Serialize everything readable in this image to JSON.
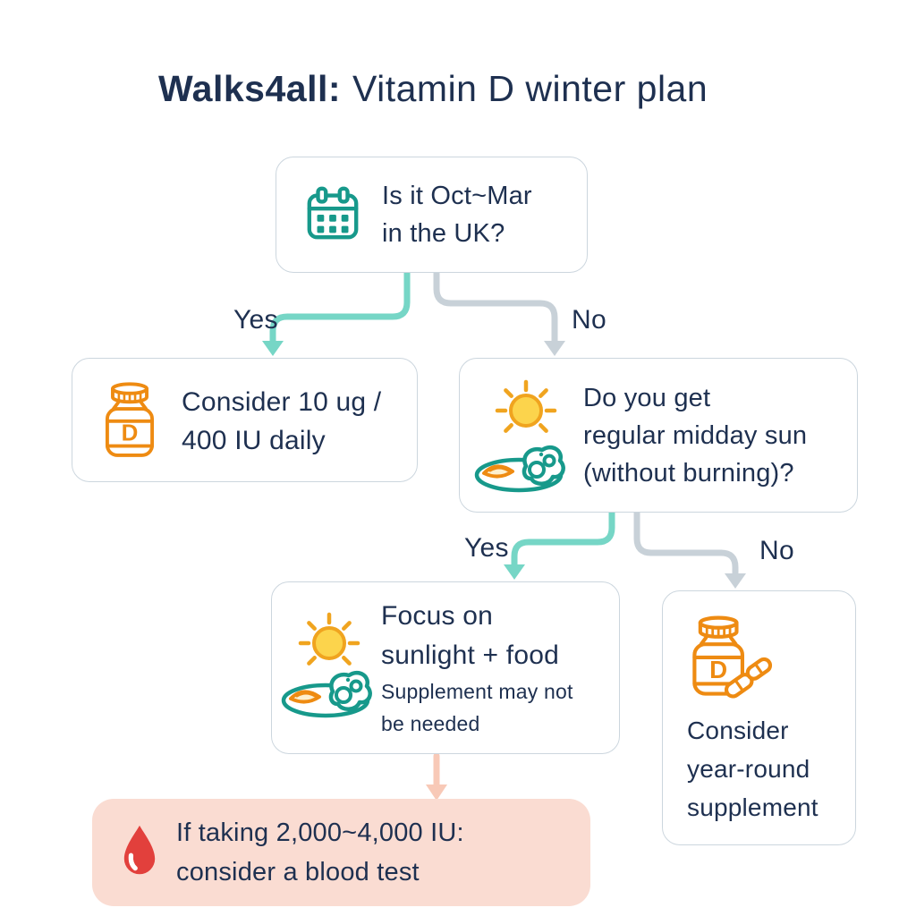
{
  "title": {
    "brand": "Walks4all:",
    "rest": "Vitamin D winter plan"
  },
  "labels": {
    "yes1": "Yes",
    "no1": "No",
    "yes2": "Yes",
    "no2": "No"
  },
  "nodes": {
    "start": {
      "icon": "calendar-icon",
      "line1": "Is it Oct~Mar",
      "line2": "in the UK?"
    },
    "daily_dose": {
      "icon": "vitamin-d-bottle-icon",
      "line1": "Consider 10 ug /",
      "line2": "400 IU daily"
    },
    "sun_question": {
      "icons": [
        "sun-icon",
        "food-plate-icon"
      ],
      "line1": "Do you get",
      "line2": "regular midday sun",
      "line3": "(without burning)?"
    },
    "focus": {
      "icons": [
        "sun-icon",
        "food-plate-icon"
      ],
      "line1": "Focus on",
      "line2": "sunlight + food",
      "sub1": "Supplement may not",
      "sub2": "be needed"
    },
    "year_round": {
      "icon": "vitamin-d-bottle-capsules-icon",
      "line1": "Consider",
      "line2": "year-round",
      "line3": "supplement"
    },
    "blood_test": {
      "icon": "blood-drop-icon",
      "line1": "If taking 2,000~4,000 IU:",
      "line2": "consider a blood test"
    }
  },
  "colors": {
    "navy": "#1e3050",
    "box_border": "#ccd6de",
    "teal": "#17998b",
    "teal_arrow": "#76d6c6",
    "gray_arrow": "#c8d1d8",
    "orange": "#ee8b12",
    "sun_fill": "#fcd44c",
    "sun_stroke": "#f0a41f",
    "salmon_bg": "#fadcd2",
    "salmon_arrow": "#f8c9b7",
    "drop_red": "#e2403c",
    "white": "#ffffff"
  }
}
